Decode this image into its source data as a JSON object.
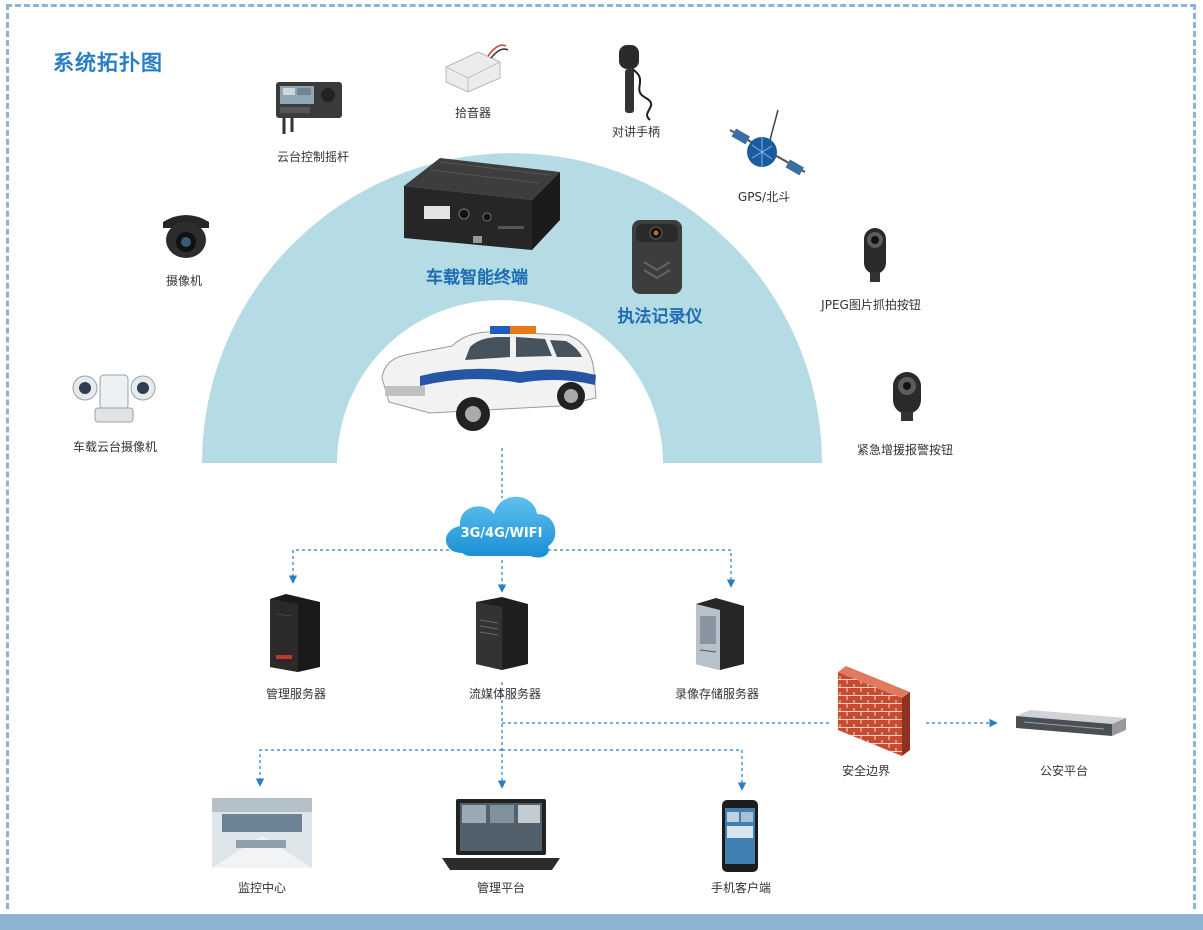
{
  "title": "系统拓扑图",
  "colors": {
    "accent": "#2a7fc4",
    "arc": "#b5dce5",
    "link": "#2a7fc4",
    "brick": "#c84a2f"
  },
  "devices": {
    "ptz_joystick": "云台控制摇杆",
    "pickup": "拾音器",
    "intercom": "对讲手柄",
    "gps": "GPS/北斗",
    "camera": "摄像机",
    "terminal": "车载智能终端",
    "recorder": "执法记录仪",
    "jpeg_button": "JPEG图片抓拍按钮",
    "ptz_camera": "车载云台摄像机",
    "emergency_button": "紧急增援报警按钮"
  },
  "network": {
    "cloud": "3G/4G/WIFI"
  },
  "servers": {
    "management": "管理服务器",
    "streaming": "流媒体服务器",
    "storage": "录像存储服务器"
  },
  "security": {
    "boundary": "安全边界",
    "police_platform": "公安平台"
  },
  "clients": {
    "monitor_center": "监控中心",
    "management_platform": "管理平台",
    "mobile_client": "手机客户端"
  }
}
